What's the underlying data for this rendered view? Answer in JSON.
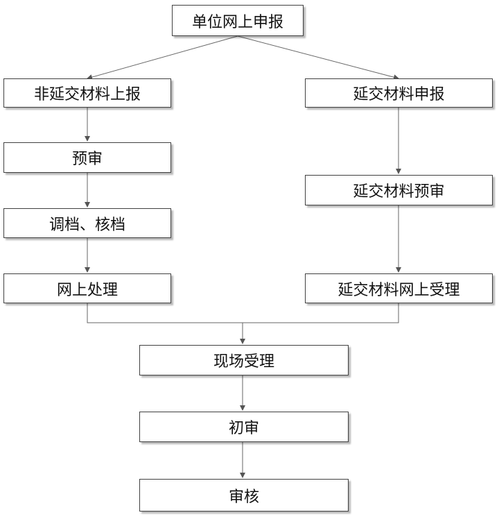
{
  "flowchart": {
    "start": "单位网上申报",
    "left_branch": {
      "step1": "非延交材料上报",
      "step2": "预审",
      "step3": "调档、核档",
      "step4": "网上处理"
    },
    "right_branch": {
      "step1": "延交材料申报",
      "step2": "延交材料预审",
      "step3": "延交材料网上受理"
    },
    "merge": {
      "step1": "现场受理",
      "step2": "初审",
      "step3": "审核"
    }
  }
}
